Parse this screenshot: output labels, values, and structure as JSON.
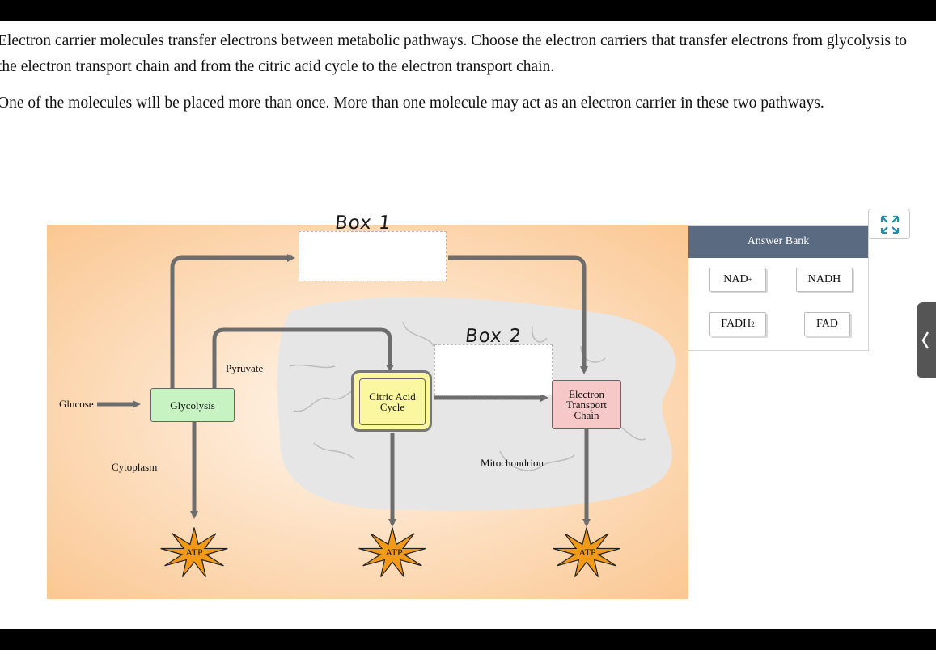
{
  "instructions": {
    "paragraph1": "Electron carrier molecules transfer electrons between metabolic pathways. Choose the electron carriers that transfer electrons from glycolysis to the electron transport chain and from the citric acid cycle to the electron transport chain.",
    "paragraph2": "One of the molecules will be placed more than once. More than one molecule may act as an electron carrier in these two pathways."
  },
  "diagram": {
    "labels": {
      "glucose": "Glucose",
      "glycolysis": "Glycolysis",
      "pyruvate": "Pyruvate",
      "cytoplasm": "Cytoplasm",
      "citric_acid": "Citric Acid",
      "cycle": "Cycle",
      "etc_line1": "Electron",
      "etc_line2": "Transport",
      "etc_line3": "Chain",
      "mitochondrion": "Mitochondrion",
      "atp": "ATP"
    },
    "annotations": {
      "box1": "Box 1",
      "box2": "Box 2"
    },
    "colors": {
      "background_center": "#fff7ee",
      "background_edge": "#fac48c",
      "mitochondrion": "#e6e6e6",
      "arrow": "#6d6d6d",
      "glycolysis": "#c7f3c3",
      "citric_acid_cycle": "#fbf6a0",
      "etc": "#f6c8c8",
      "atp_star": "#f29a18"
    }
  },
  "answer_bank": {
    "title": "Answer Bank",
    "items": [
      {
        "main": "NAD",
        "sup": "+",
        "sub": ""
      },
      {
        "main": "NADH",
        "sup": "",
        "sub": ""
      },
      {
        "main": "FADH",
        "sup": "",
        "sub": "2"
      },
      {
        "main": "FAD",
        "sup": "",
        "sub": ""
      }
    ]
  },
  "icons": {
    "expand": "expand-arrows-icon",
    "side_tab": "chevron-left-icon"
  }
}
